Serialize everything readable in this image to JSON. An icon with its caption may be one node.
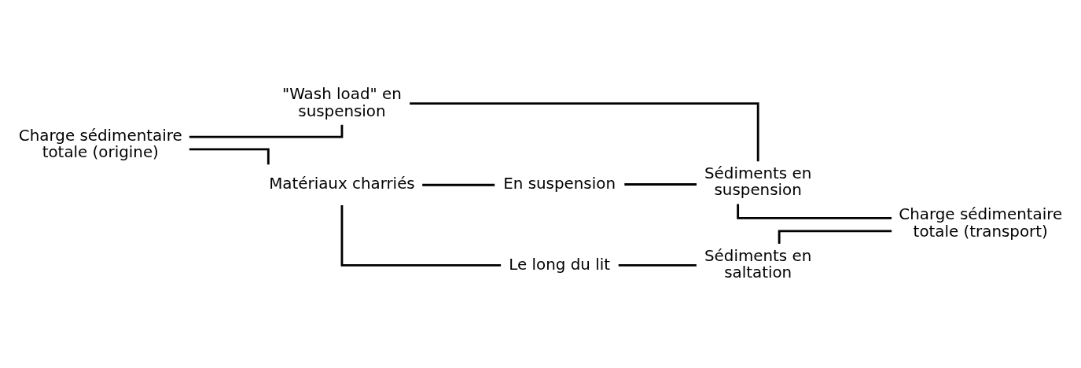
{
  "diagram": {
    "nodes": [
      {
        "text": [
          "Charge sédimentaire totale (origine)"
        ]
      },
      {
        "text": [
          "\"Wash load\" en suspension"
        ]
      },
      {
        "text": [
          "Matériaux charriés"
        ]
      },
      {
        "text": [
          "En suspension"
        ]
      },
      {
        "text": [
          "Le long du lit"
        ]
      },
      {
        "text": [
          "Sédiments en suspension"
        ]
      },
      {
        "text": [
          "Sédiments en saltation"
        ]
      },
      {
        "text": [
          "Charge sédimentaire totale (transport)"
        ]
      }
    ],
    "edges": [
      {
        "from": 0,
        "to": 1,
        "arrow": "none"
      },
      {
        "from": 0,
        "to": 2,
        "arrow": "none"
      },
      {
        "from": 2,
        "to": 3,
        "arrow": "none"
      },
      {
        "from": 2,
        "to": 4,
        "arrow": "none"
      },
      {
        "from": 1,
        "to": 5,
        "arrow": "none"
      },
      {
        "from": 3,
        "to": 5,
        "arrow": "none"
      },
      {
        "from": 4,
        "to": 6,
        "arrow": "none"
      },
      {
        "from": 5,
        "to": 7,
        "arrow": "none"
      },
      {
        "from": 6,
        "to": 7,
        "arrow": "none"
      }
    ]
  }
}
